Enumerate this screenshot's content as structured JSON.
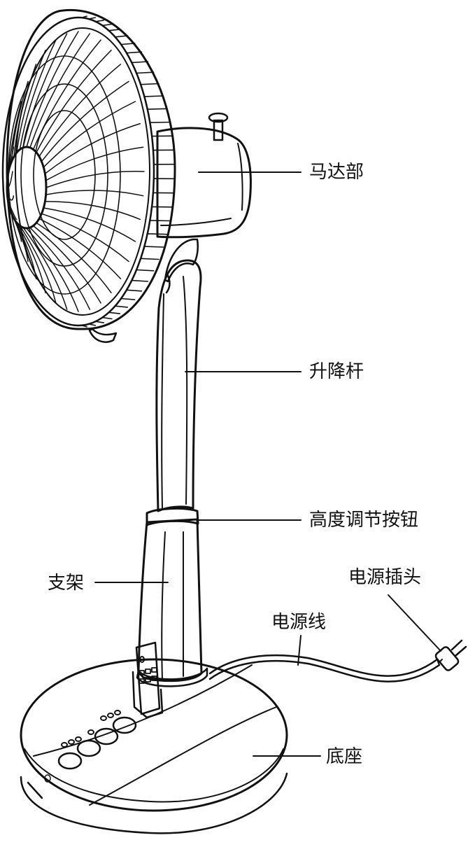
{
  "labels": {
    "motor": "马达部",
    "lift_rod": "升降杆",
    "height_button": "高度调节按钮",
    "stand": "支架",
    "plug": "电源插头",
    "cord": "电源线",
    "base": "底座"
  }
}
